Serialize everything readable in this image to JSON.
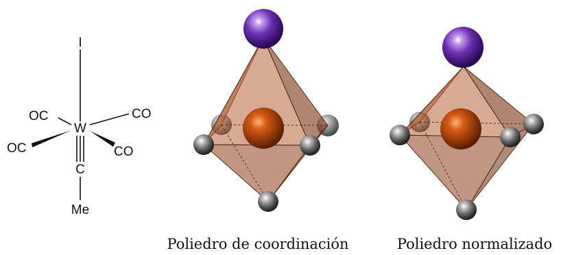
{
  "structure": {
    "metal": "W",
    "apical_ligand": "I",
    "carbyne_carbon": "C",
    "methyl": "Me",
    "carbonyl_left_back": "OC",
    "carbonyl_right_back": "CO",
    "carbonyl_left_front": "OC",
    "carbonyl_right_front": "CO"
  },
  "captions": {
    "coordination": "Poliedro de coordinación",
    "normalized": "Poliedro normalizado"
  },
  "colors": {
    "polyhedron_fill": "#a0522d",
    "polyhedron_edge": "#5a2a10",
    "metal_atom": "#b8420c",
    "iodine_atom": "#6a2fb0",
    "ligand_atom": "#7a7a7a"
  }
}
